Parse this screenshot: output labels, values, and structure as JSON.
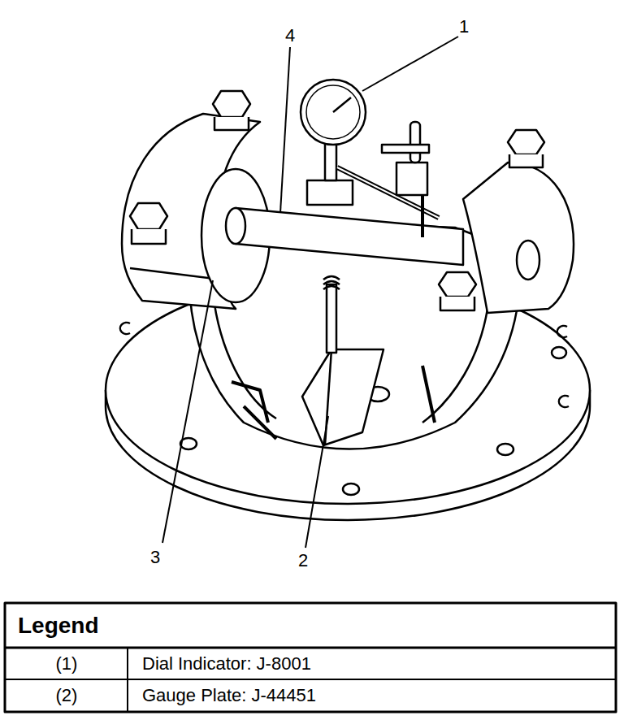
{
  "diagram": {
    "labels": [
      "1",
      "4",
      "3",
      "2",
      "Legend",
      "(1)",
      "Dial Indicator: J-8001",
      "(2)",
      "Gauge Plate: J-44451"
    ]
  }
}
